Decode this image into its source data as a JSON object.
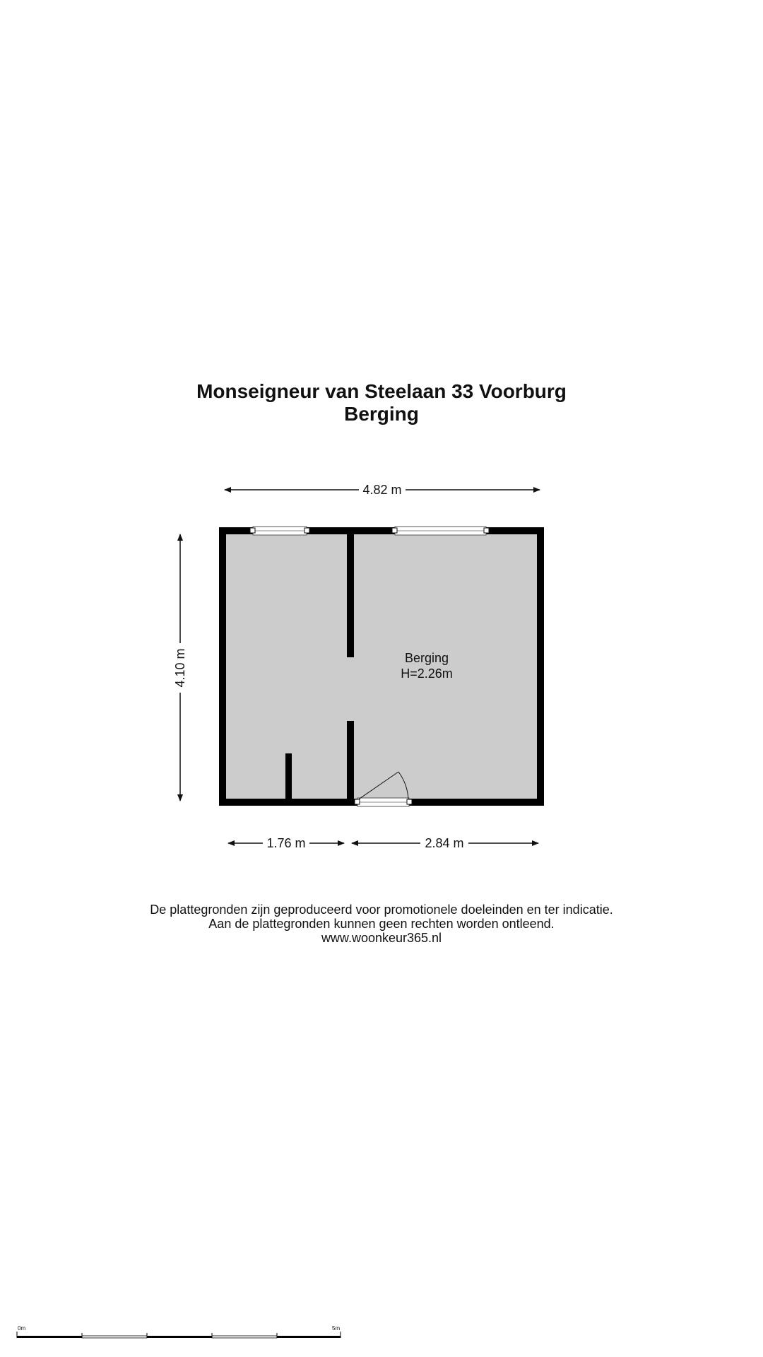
{
  "header": {
    "address": "Monseigneur van Steelaan 33  Voorburg",
    "floor": "Berging"
  },
  "dimensions": {
    "overall_width": "4.82 m",
    "overall_depth": "4.10 m",
    "left_section": "1.76 m",
    "right_section": "2.84 m"
  },
  "rooms": [
    {
      "name": "Berging",
      "height": "H=2.26m"
    }
  ],
  "disclaimer": {
    "line1": "De plattegronden zijn geproduceerd voor promotionele doeleinden en ter indicatie.",
    "line2": "Aan de plattegronden kunnen geen rechten worden ontleend.",
    "line3": "www.woonkeur365.nl"
  },
  "scale_bar": {
    "start_label": "0m",
    "end_label": "5m"
  },
  "colors": {
    "wall": "#000000",
    "floor": "#cccccc",
    "text": "#111111",
    "background": "#ffffff"
  }
}
